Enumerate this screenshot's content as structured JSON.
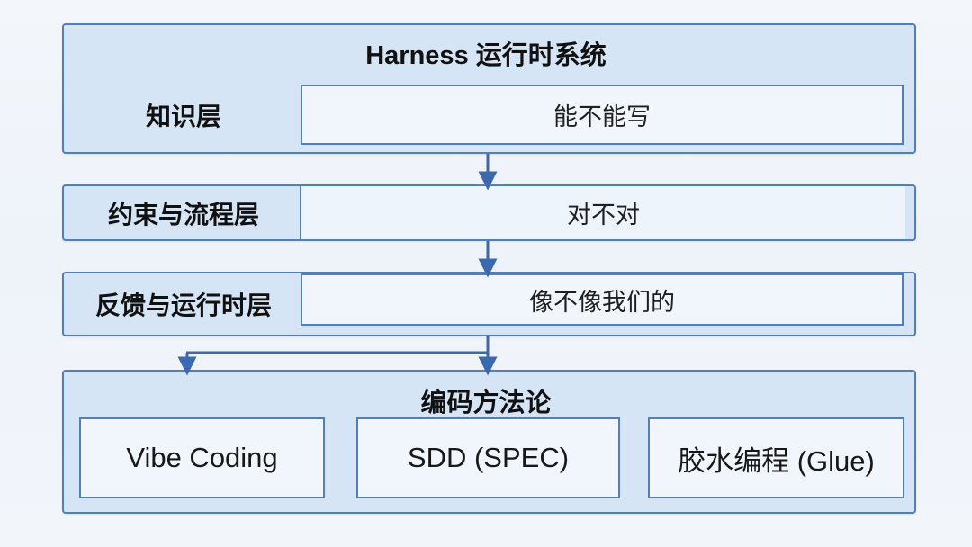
{
  "diagram": {
    "title": "Harness 运行时系统",
    "layers": [
      {
        "label": "知识层",
        "description": "能不能写"
      },
      {
        "label": "约束与流程层",
        "description": "对不对"
      },
      {
        "label": "反馈与运行时层",
        "description": "像不像我们的"
      }
    ],
    "methodology": {
      "title": "编码方法论",
      "items": [
        "Vibe Coding",
        "SDD (SPEC)",
        "胶水编程 (Glue)"
      ]
    }
  },
  "colors": {
    "border": "#4f7fc1",
    "panel_fill": "#d6e5f6",
    "box_fill": "#f1f6fc",
    "arrow": "#3a69b1",
    "background": "#f3f6fb"
  }
}
